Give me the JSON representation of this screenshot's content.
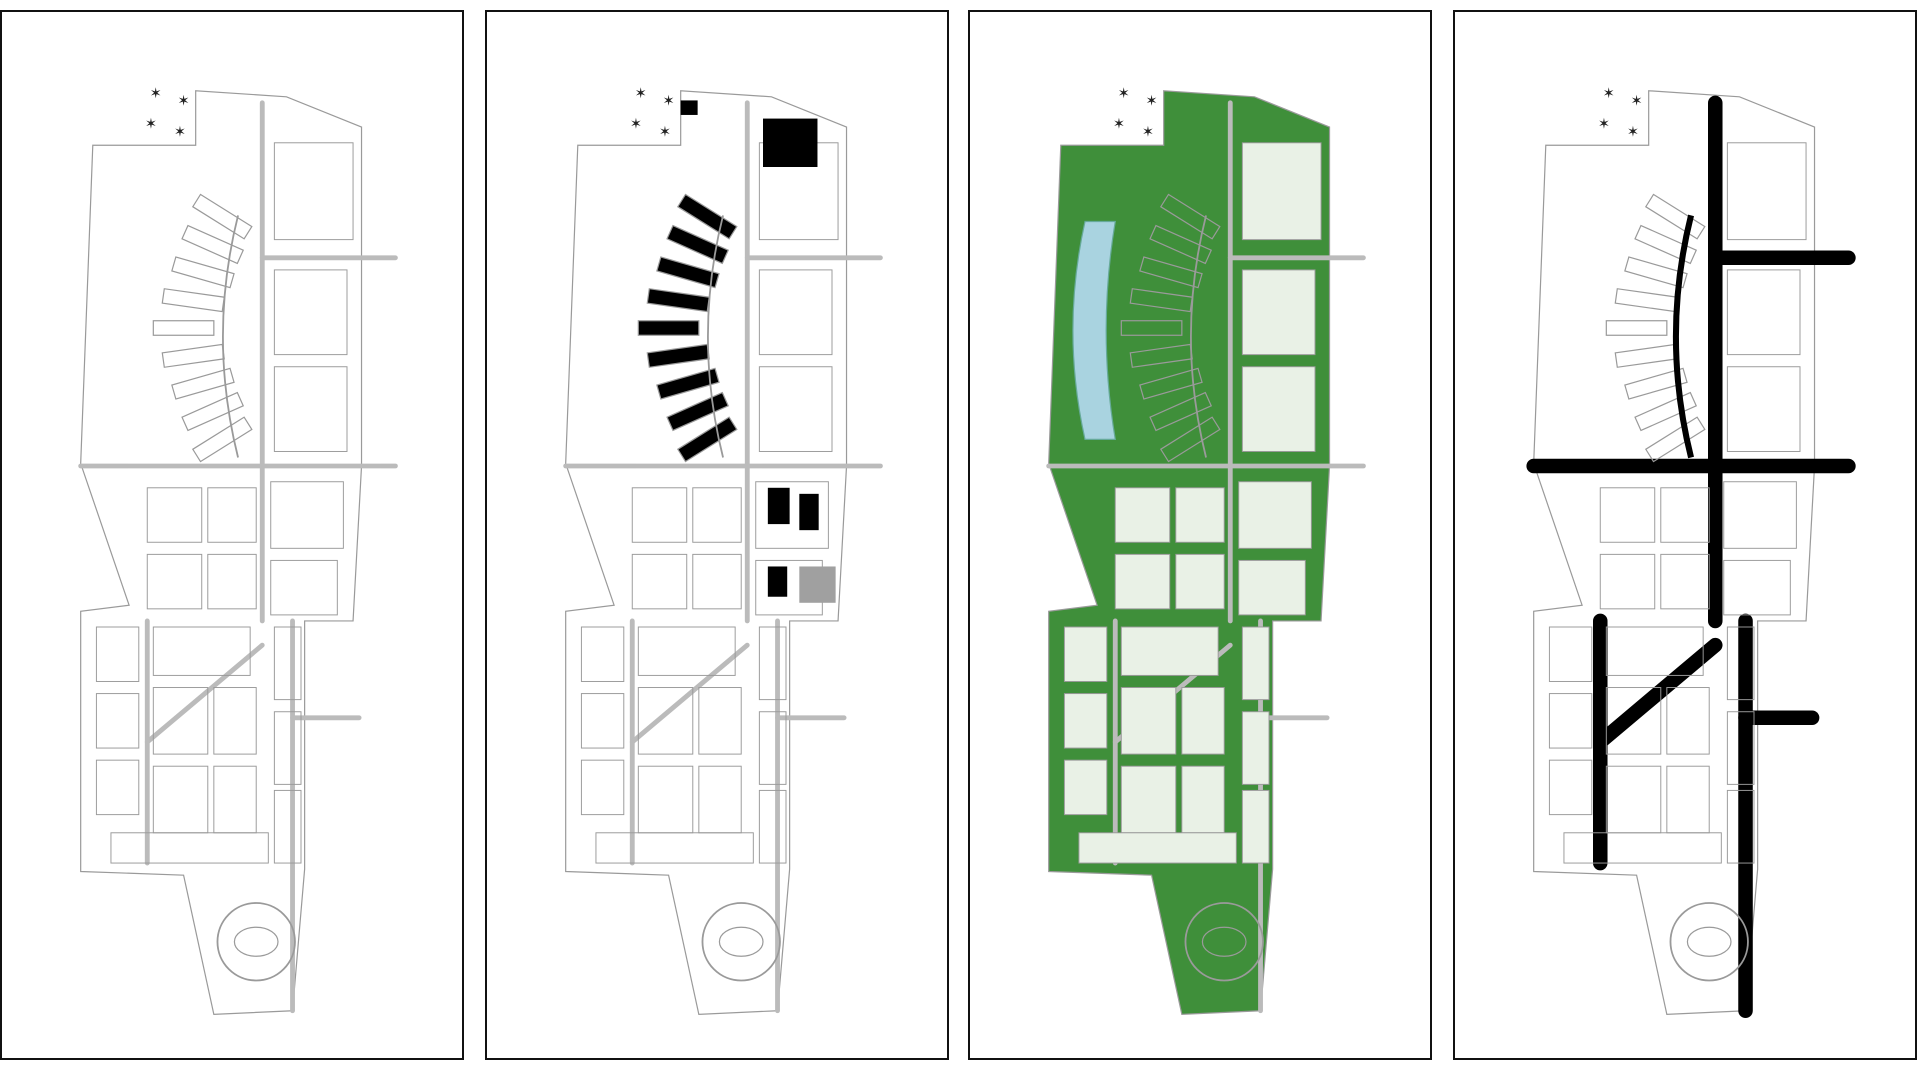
{
  "panels": [
    {
      "id": "plan-base",
      "variant": "lines"
    },
    {
      "id": "plan-buildings",
      "variant": "buildings"
    },
    {
      "id": "plan-green",
      "variant": "green"
    },
    {
      "id": "plan-roads",
      "variant": "roads"
    }
  ],
  "colors": {
    "frame": "#111111",
    "line": "#9a9a9a",
    "building": "#000000",
    "green": "#3f8f3a",
    "water": "#a9d3e0",
    "road": "#000000",
    "gray_block": "#a0a0a0"
  }
}
